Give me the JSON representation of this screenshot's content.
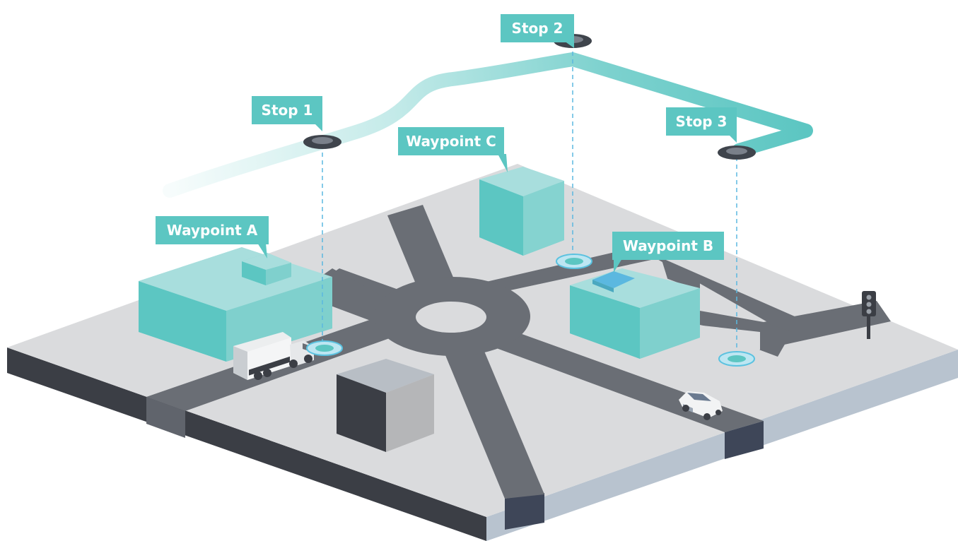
{
  "labels": {
    "stop1": "Stop 1",
    "stop2": "Stop 2",
    "stop3": "Stop 3",
    "waypoint_a": "Waypoint A",
    "waypoint_b": "Waypoint B",
    "waypoint_c": "Waypoint C"
  },
  "colors": {
    "teal": "#5cc6c2",
    "teal_light": "#8fd6d4",
    "road": "#6a6e75",
    "ground": "#dadbdd",
    "base_dark": "#3b3e45",
    "base_light": "#b8c3cf",
    "marker_dark": "#3f444c",
    "marker_ring": "#5bc2e0"
  }
}
